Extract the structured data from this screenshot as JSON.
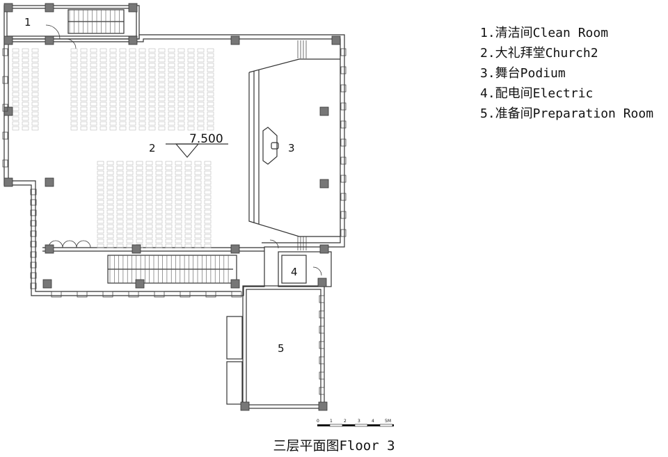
{
  "legend": [
    "1.清洁间Clean Room",
    "2.大礼拜堂Church2",
    "3.舞台Podium",
    "4.配电间Electric",
    "5.准备间Preparation Room"
  ],
  "caption": "三层平面图Floor 3",
  "rooms": {
    "r1": "1",
    "r2": "2",
    "r3": "3",
    "r4": "4",
    "r5": "5"
  },
  "elevation": "7.500",
  "scale": {
    "ticks": [
      "0",
      "1",
      "2",
      "3",
      "4",
      "5M"
    ]
  }
}
